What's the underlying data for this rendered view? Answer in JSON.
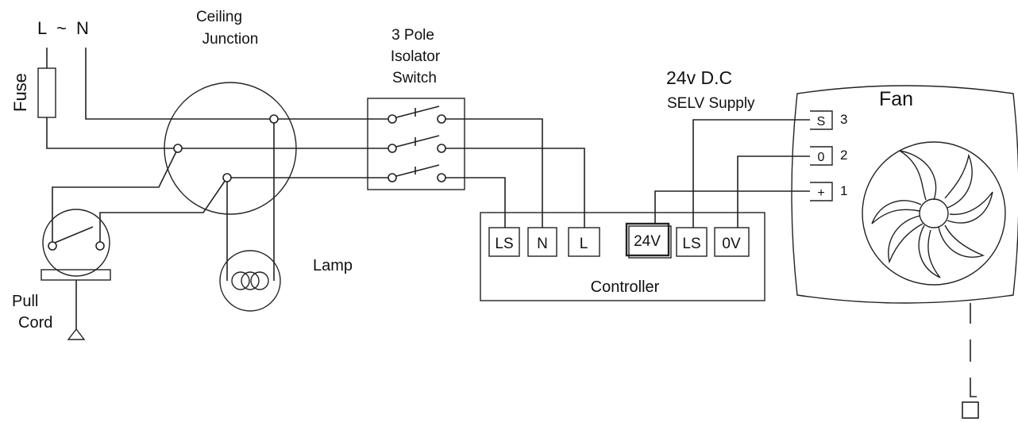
{
  "supply": {
    "l": "L",
    "tilde": "~",
    "n": "N"
  },
  "fuse": {
    "label": "Fuse"
  },
  "junction": {
    "line1": "Ceiling",
    "line2": "Junction"
  },
  "isolator": {
    "line1": "3 Pole",
    "line2": "Isolator",
    "line3": "Switch"
  },
  "lamp": {
    "label": "Lamp"
  },
  "pull_cord": {
    "line1": "Pull",
    "line2": "Cord"
  },
  "controller": {
    "label": "Controller",
    "terminals": [
      "LS",
      "N",
      "L",
      "24V",
      "LS",
      "0V"
    ]
  },
  "dc_supply": {
    "line1": "24v D.C",
    "line2": "SELV Supply"
  },
  "fan": {
    "label": "Fan",
    "terminals": [
      {
        "symbol": "S",
        "number": "3"
      },
      {
        "symbol": "0",
        "number": "2"
      },
      {
        "symbol": "+",
        "number": "1"
      }
    ]
  }
}
